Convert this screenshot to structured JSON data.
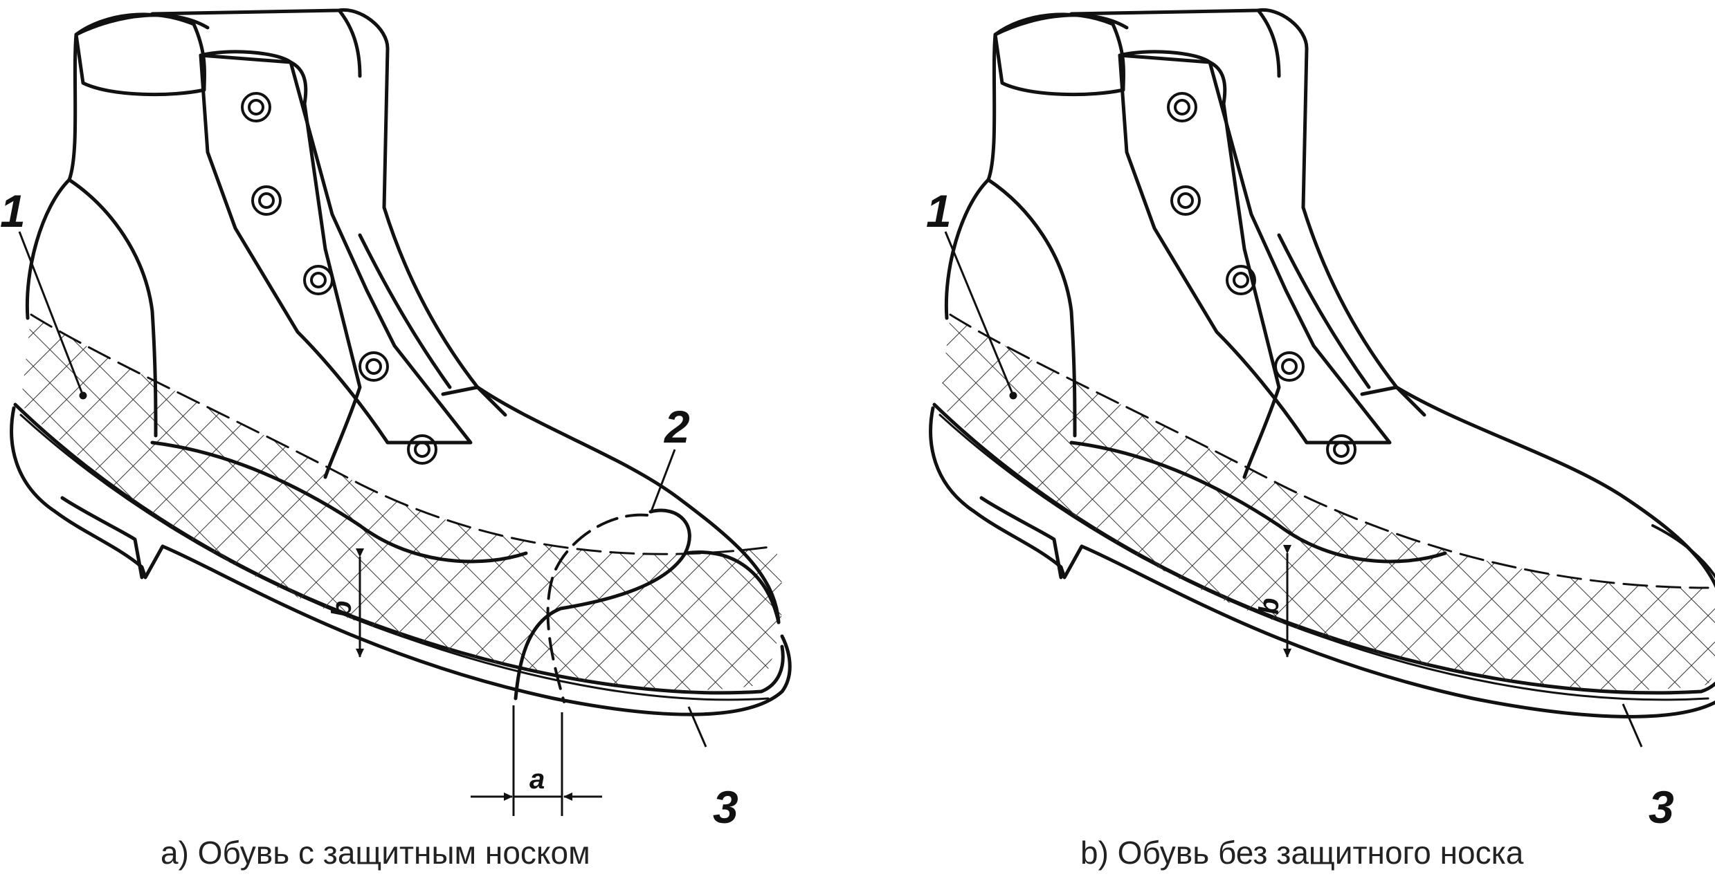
{
  "captions": {
    "a": "a) Обувь с защитным носком",
    "b": "b) Обувь без защитного носка"
  },
  "labels": {
    "a": {
      "part1": "1",
      "part2": "2",
      "part3": "3",
      "dim_a": "a",
      "dim_b": "b"
    },
    "b": {
      "part1": "1",
      "part3": "3",
      "dim_b": "b"
    }
  },
  "colors": {
    "stroke": "#111111",
    "background": "#ffffff"
  }
}
